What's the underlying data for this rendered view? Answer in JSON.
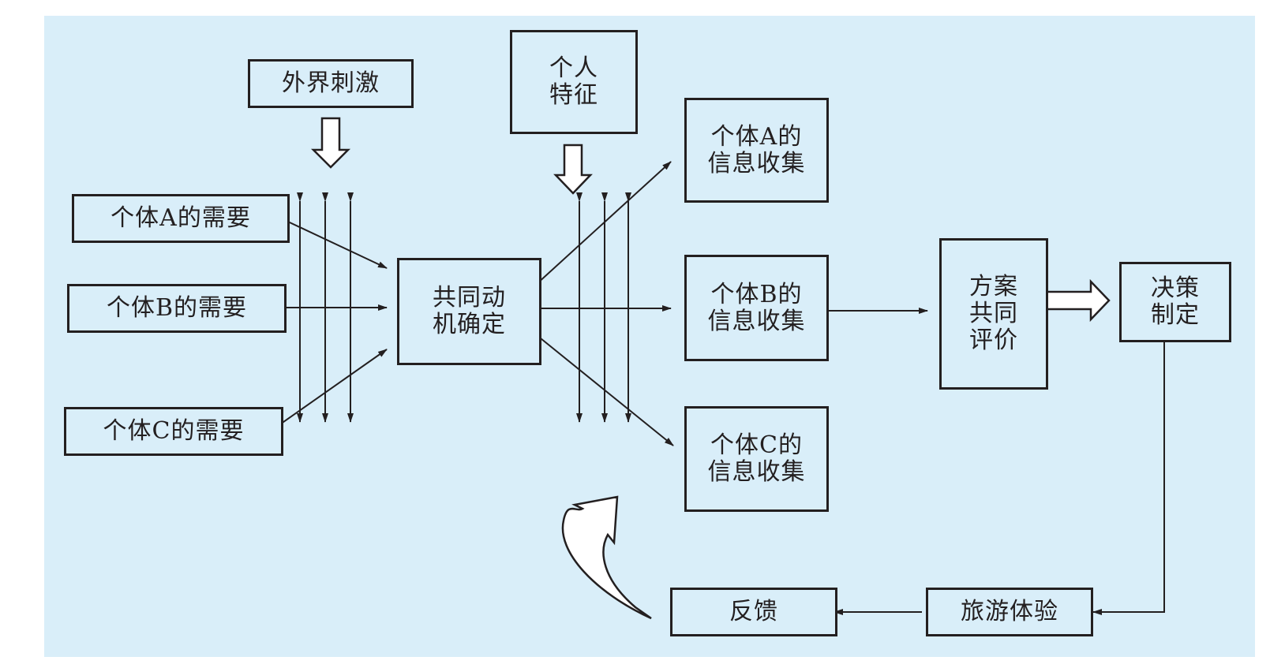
{
  "colors": {
    "background": "#d9eef9",
    "ink": "#231f20"
  },
  "nodes": {
    "external_stimulus": "外界刺激",
    "personal_traits": [
      "个人",
      "特征"
    ],
    "need_a": "个体A的需要",
    "need_b": "个体B的需要",
    "need_c": "个体C的需要",
    "common_motive": [
      "共同动",
      "机确定"
    ],
    "info_a": [
      "个体A的",
      "信息收集"
    ],
    "info_b": [
      "个体B的",
      "信息收集"
    ],
    "info_c": [
      "个体C的",
      "信息收集"
    ],
    "joint_evaluation": [
      "方案",
      "共同",
      "评价"
    ],
    "decision": [
      "决策",
      "制定"
    ],
    "travel_experience": "旅游体验",
    "feedback": "反馈"
  }
}
